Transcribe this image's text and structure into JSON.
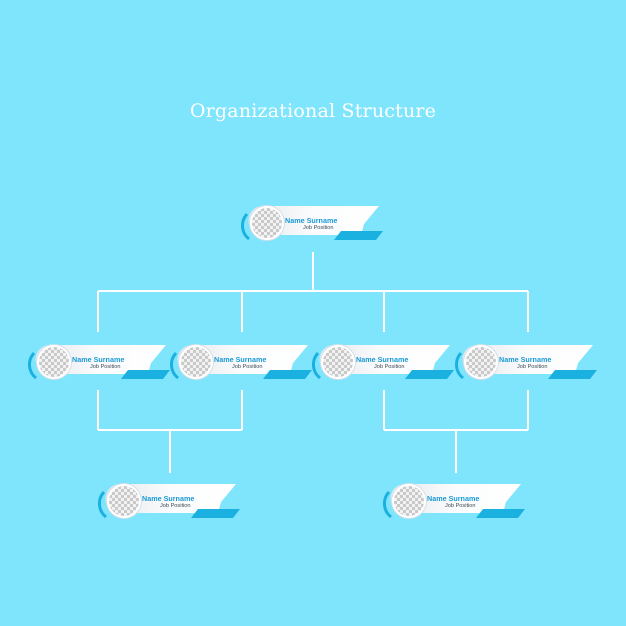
{
  "title": "Organizational Structure",
  "colors": {
    "background": "#7fe5fd",
    "connector": "#ffffff",
    "accent": "#1ab0e0",
    "card_fill": "#f1f4f6",
    "name_text": "#1a9ad6"
  },
  "placeholder_icon": "checkerboard-photo-placeholder",
  "nodes": {
    "top": {
      "name": "Name Surname",
      "position": "Job Position"
    },
    "mid1": {
      "name": "Name Surname",
      "position": "Job Position"
    },
    "mid2": {
      "name": "Name Surname",
      "position": "Job Position"
    },
    "mid3": {
      "name": "Name Surname",
      "position": "Job Position"
    },
    "mid4": {
      "name": "Name Surname",
      "position": "Job Position"
    },
    "bot1": {
      "name": "Name Surname",
      "position": "Job Position"
    },
    "bot2": {
      "name": "Name Surname",
      "position": "Job Position"
    }
  }
}
